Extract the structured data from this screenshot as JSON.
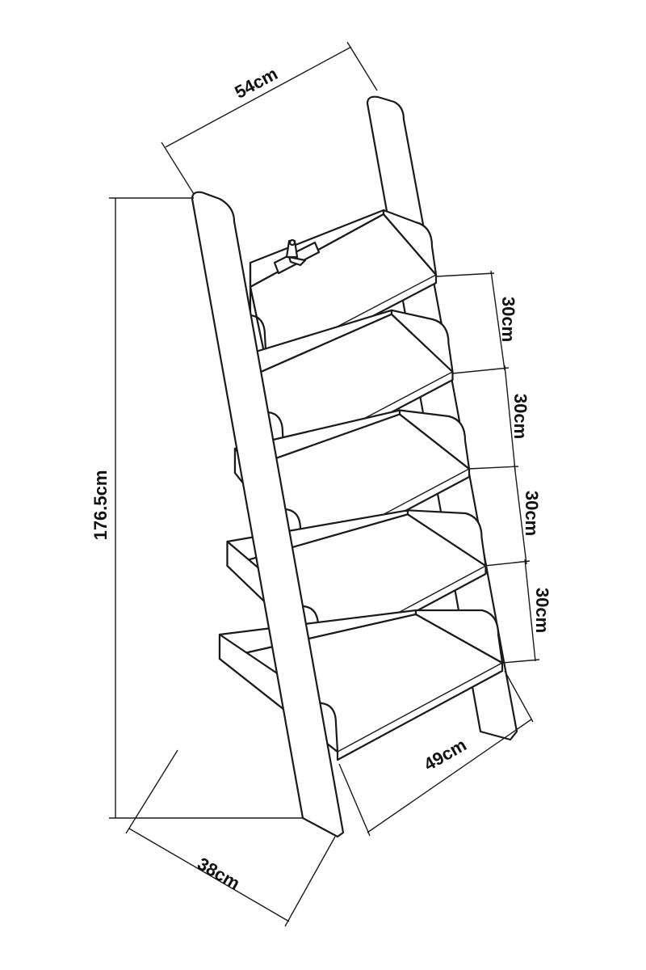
{
  "dimensions": {
    "top_width": "54cm",
    "height": "176.5cm",
    "shelf_spacing": [
      "30cm",
      "30cm",
      "30cm",
      "30cm"
    ],
    "bottom_shelf_width": "49cm",
    "depth": "38cm"
  },
  "shelf_count": 5
}
